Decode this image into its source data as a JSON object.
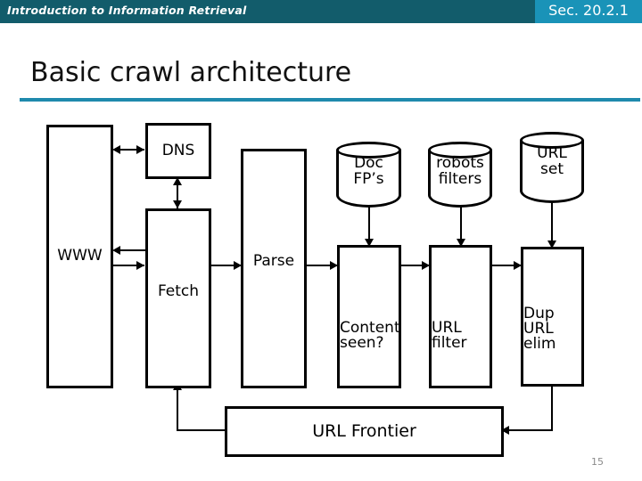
{
  "header": {
    "course_title": "Introduction to Information Retrieval",
    "section_badge": "Sec. 20.2.1",
    "bar_color": "#125c6b",
    "badge_color": "#1a93b8"
  },
  "slide": {
    "title": "Basic crawl architecture",
    "rule_color": "#1f8aad",
    "page_number": "15"
  },
  "diagram": {
    "nodes": {
      "www": "WWW",
      "dns": "DNS",
      "fetch": "Fetch",
      "parse": "Parse",
      "content_seen": "Content\nseen?",
      "content_seen_line1": "Content",
      "content_seen_line2": "seen?",
      "url_filter_line1": "URL",
      "url_filter_line2": "filter",
      "dup_url_elim_line1": "Dup",
      "dup_url_elim_line2": "URL",
      "dup_url_elim_line3": "elim",
      "url_frontier": "URL Frontier"
    },
    "datastores": {
      "doc_fps_line1": "Doc",
      "doc_fps_line2": "FP’s",
      "robots_filters_line1": "robots",
      "robots_filters_line2": "filters",
      "url_set_line1": "URL",
      "url_set_line2": "set"
    }
  }
}
